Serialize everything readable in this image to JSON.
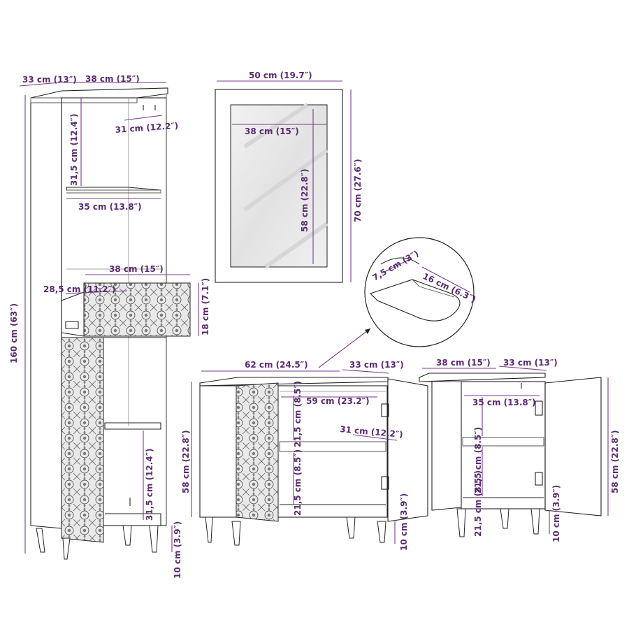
{
  "tall_cabinet": {
    "depth": "33 cm (13″)",
    "width": "38 cm (15″)",
    "inner_depth": "31 cm (12.2″)",
    "shelf_height_top": "31,5 cm (12.4″)",
    "inner_width": "35 cm (13.8″)",
    "drawer_width": "38 cm (15″)",
    "drawer_depth": "28,5 cm (11.2″)",
    "drawer_height": "18 cm (7.1″)",
    "total_height": "160 cm (63″)",
    "shelf_height_bottom": "31,5 cm (12.4″)",
    "leg_height": "10 cm (3.9″)"
  },
  "mirror": {
    "width": "50 cm (19.7″)",
    "glass_width": "38 cm (15″)",
    "glass_height": "58 cm (22.8″)",
    "height": "70 cm (27.6″)"
  },
  "sink_detail": {
    "cut_depth": "7,5 cm (3″)",
    "cut_width": "16 cm (6.3″)"
  },
  "sink_cabinet": {
    "width": "62 cm (24.5″)",
    "depth": "33 cm (13″)",
    "inner_width": "59 cm (23.2″)",
    "shelf_height_top": "21,5 cm (8.5″)",
    "inner_depth": "31 cm (12.2″)",
    "height": "58 cm (22.8″)",
    "shelf_height_bottom": "21,5 cm (8.5″)",
    "leg_height": "10 cm (3.9″)"
  },
  "small_cabinet": {
    "width": "38 cm (15″)",
    "depth": "33 cm (13″)",
    "inner_width": "35 cm (13.8″)",
    "shelf_height_top": "21,5 cm (8.5″)",
    "shelf_height_bottom": "21,5 cm (8.5″)",
    "leg_height": "10 cm (3.9″)",
    "height": "58 cm (22.8″)"
  }
}
